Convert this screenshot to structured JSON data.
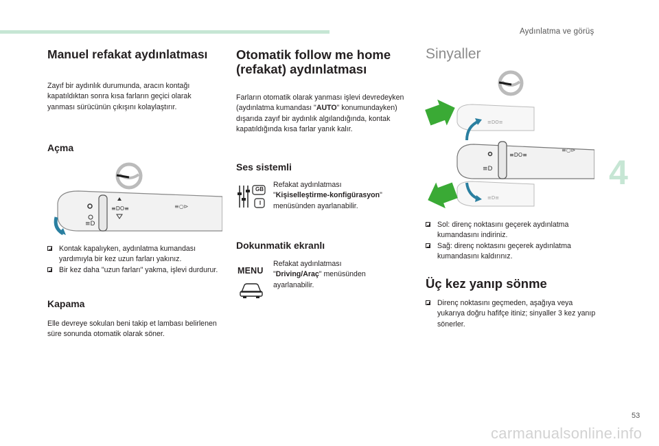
{
  "header": {
    "title": "Aydınlatma ve görüş",
    "chapter": "4",
    "page": "53"
  },
  "footer": {
    "watermark": "carmanualsonline.info"
  },
  "col1": {
    "title": "Manuel refakat aydınlatması",
    "intro": "Zayıf bir aydınlık durumunda, aracın kontağı kapatıldıktan sonra kısa farların geçici olarak yanması sürücünün çıkışını kolaylaştırır.",
    "acma": {
      "title": "Açma",
      "bullets": [
        "Kontak kapalıyken, aydınlatma kumandası yardımıyla bir kez uzun farları yakınız.",
        "Bir kez daha \"uzun farları\" yakma, işlevi durdurur."
      ]
    },
    "kapama": {
      "title": "Kapama",
      "text": "Elle devreye sokulan beni takip et lambası belirlenen süre sonunda otomatik olarak söner."
    }
  },
  "col2": {
    "title_line1": "Otomatik follow me home",
    "title_line2": "(refakat) aydınlatması",
    "intro_before": "Farların otomatik olarak yanması işlevi devredeyken (aydınlatma kumandası \"",
    "intro_bold": "AUTO",
    "intro_after": "\" konumundayken) dışarıda zayıf bir aydınlık algılandığında, kontak kapatıldığında kısa farlar yanık kalır.",
    "ses": {
      "title": "Ses sistemli",
      "line1": "Refakat aydınlatması",
      "q1": "\"",
      "bold": "Kişiselleştirme-konfigürasyon",
      "q2": "\"",
      "line3": "menüsünden ayarlanabilir.",
      "icon_gb": "GB",
      "icon_i": "I"
    },
    "dokunmatik": {
      "title": "Dokunmatik ekranlı",
      "line1": "Refakat aydınlatması",
      "q1": "\"",
      "bold": "Driving/Araç",
      "q2": "\"",
      "rest": " menüsünden",
      "line3": "ayarlanabilir.",
      "menu_label": "MENU"
    }
  },
  "col3": {
    "title": "Sinyaller",
    "bullets": [
      "Sol: direnç noktasını geçerek aydınlatma kumandasını indiriniz.",
      "Sağ: direnç noktasını geçerek aydınlatma kumandasını kaldırınız."
    ],
    "uc": {
      "title": "Üç kez yanıp sönme",
      "bullets": [
        "Direnç noktasını geçmeden, aşağıya veya yukarıya doğru hafifçe itiniz; sinyaller 3 kez yanıp sönerler."
      ]
    }
  },
  "colors": {
    "accent_green": "#c6e6d4",
    "arrow_green": "#3aaa35",
    "arrow_teal": "#2a7fa0"
  }
}
